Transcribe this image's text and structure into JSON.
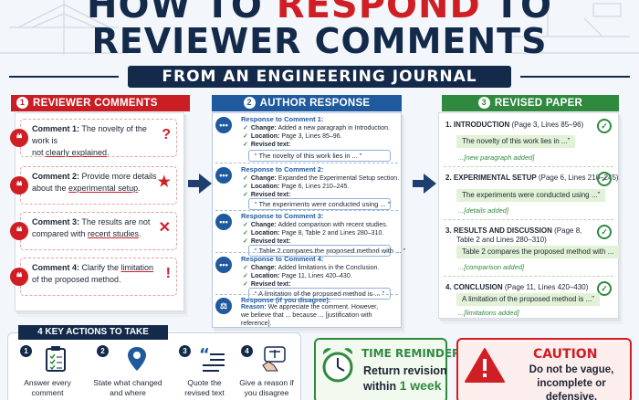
{
  "title": {
    "line1_part1": "HOW TO ",
    "line1_accent": "RESPOND",
    "line1_part2": " TO",
    "line2": "REVIEWER COMMENTS",
    "subtitle": "FROM AN ENGINEERING JOURNAL"
  },
  "colors": {
    "navy": "#132a4a",
    "red": "#d01e25",
    "blue": "#1f5a9e",
    "green": "#2f8a3f"
  },
  "reviewer": {
    "num": "1",
    "heading": "REVIEWER COMMENTS",
    "comments": [
      {
        "label": "Comment 1:",
        "text_a": " The novelty of the work is",
        "text_b_plain": "not ",
        "text_b_ul": "clearly explained",
        "text_b_end": ".",
        "mark": "?",
        "mark_icon": "question-icon"
      },
      {
        "label": "Comment 2:",
        "text_a": " Provide more details",
        "text_b_plain": "about the ",
        "text_b_ul": "experimental setup",
        "text_b_end": ".",
        "mark": "★",
        "mark_icon": "star-icon"
      },
      {
        "label": "Comment 3:",
        "text_a": " The results are not",
        "text_b_plain": "compared with ",
        "text_b_ul": "recent studies",
        "text_b_end": ".",
        "mark": "✕",
        "mark_icon": "cross-icon"
      },
      {
        "label": "Comment 4:",
        "text_a": " Clarify the ",
        "text_a_ul": "limitation",
        "text_b_plain": "of the proposed method",
        "text_b_ul": "",
        "text_b_end": ".",
        "mark": "!",
        "mark_icon": "exclamation-icon"
      }
    ]
  },
  "author": {
    "num": "2",
    "heading": "AUTHOR RESPONSE",
    "responses": [
      {
        "title": "Response to Comment 1:",
        "change": "Added a new paragraph in Introduction.",
        "location": "Page 3, Lines 85–96.",
        "revised_label": "Revised text:",
        "quote": "“ The novelty of this work lies in ... ”"
      },
      {
        "title": "Response to Comment 2:",
        "change": "Expanded the Experimental Setup section.",
        "location": "Page 6, Lines 210–245.",
        "revised_label": "Revised text:",
        "quote": "“ The experiments were conducted using ... ”"
      },
      {
        "title": "Response to Comment 3:",
        "change": "Added comparison with recent studies.",
        "location": "Page 8, Table 2 and Lines 280–310.",
        "revised_label": "Revised text:",
        "quote": "“ Table 2 compares the proposed method with ... ”"
      },
      {
        "title": "Response to Comment 4:",
        "change": "Added limitations in the Conclusion.",
        "location": "Page 11, Lines 420–430.",
        "revised_label": "Revised text:",
        "quote": "“ A limitation of the proposed method is ... ”"
      }
    ],
    "change_label": "Change:",
    "location_label": "Location:",
    "disagree": {
      "title": "Response (if you disagree):",
      "reason_label": "Reason:",
      "line1": "We appreciate the comment. However,",
      "line2": "we believe that ... because ... [justification with",
      "line3": "reference]."
    }
  },
  "revised": {
    "num": "3",
    "heading": "REVISED PAPER",
    "sections": [
      {
        "title": "1. INTRODUCTION",
        "loc": "(Page 3, Lines 85–96)",
        "text": "The novelty of this work lies in ...”",
        "note": "...[new paragraph added]"
      },
      {
        "title": "2. EXPERIMENTAL SETUP",
        "loc": "(Page 6, Lines 210–245)",
        "text": "The experiments were conducted using ...”",
        "note": "...[details added]"
      },
      {
        "title": "3. RESULTS AND DISCUSSION",
        "loc": "(Page 8,",
        "loc2": "Table 2 and Lines 280–310)",
        "text": "Table 2 compares the proposed method with ...",
        "note": "...[comparison added]"
      },
      {
        "title": "4. CONCLUSION",
        "loc": "(Page 11, Lines 420–430)",
        "text": "A limitation of the proposed method is ...”",
        "note": "...[limitations added]"
      }
    ]
  },
  "key_actions": {
    "heading": "4 KEY ACTIONS TO TAKE",
    "items": [
      {
        "num": "1",
        "line1": "Answer every",
        "line2": "comment",
        "icon": "clipboard-icon"
      },
      {
        "num": "2",
        "line1": "State what changed",
        "line2": "and where",
        "icon": "location-pin-icon"
      },
      {
        "num": "3",
        "line1": "Quote the",
        "line2": "revised text",
        "icon": "quote-icon"
      },
      {
        "num": "4",
        "line1": "Give a reason if",
        "line2": "you disagree",
        "icon": "scales-icon"
      }
    ]
  },
  "time_reminder": {
    "title": "TIME REMINDER",
    "line1": "Return revision",
    "line2_pre": "within ",
    "line2_accent": "1 week"
  },
  "caution": {
    "title": "CAUTION",
    "line1": "Do not be vague,",
    "line2": "incomplete or defensive."
  }
}
